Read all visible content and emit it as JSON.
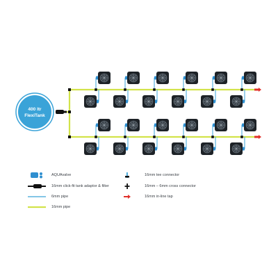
{
  "tank": {
    "line1": "400 ltr",
    "line2": "FlexiTank"
  },
  "layout": {
    "blocks": 2,
    "rows_per_block": 2,
    "pots_per_row": 6
  },
  "legend": {
    "left": [
      {
        "icon": "aquavalve-icon",
        "label": "AQUAvalve"
      },
      {
        "icon": "tank-adaptor-filter-icon",
        "label": "16mm click-fit tank adaptor & filter"
      },
      {
        "icon": "6mm-pipe-icon",
        "label": "6mm pipe"
      },
      {
        "icon": "16mm-pipe-icon",
        "label": "16mm pipe"
      }
    ],
    "right": [
      {
        "icon": "tee-connector-icon",
        "label": "16mm tee connector"
      },
      {
        "icon": "cross-connector-icon",
        "label": "16mm – 6mm cross connector"
      },
      {
        "icon": "inline-tap-icon",
        "label": "16mm in-line tap"
      }
    ]
  },
  "colors": {
    "tank": "#3aa3d8",
    "pipe_16mm": "#d2e34a",
    "pipe_6mm": "#3aa3d8",
    "valve_blue": "#2f8fd0",
    "pot": "#1d2227",
    "tap_red": "#e0302a",
    "connector": "#111111"
  }
}
